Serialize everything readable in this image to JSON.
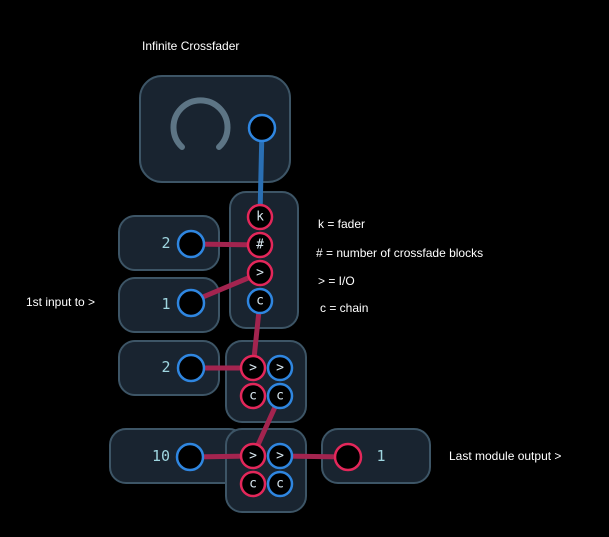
{
  "title": "Infinite Crossfader",
  "legend": {
    "k": "k = fader",
    "hash": "# = number of crossfade blocks",
    "gt": "> = I/O",
    "c": "c = chain"
  },
  "labels": {
    "first_input": "1st input to >",
    "last_output": "Last module output >"
  },
  "glyphs": {
    "k": "k",
    "hash": "#",
    "gt": ">",
    "c": "c"
  },
  "values": {
    "blocks": "2",
    "first_in": "1",
    "second_in": "2",
    "third_in": "10",
    "out": "1"
  },
  "colors": {
    "input_port": "#e3275a",
    "output_port": "#2f86e0",
    "cable_red": "#a3244f",
    "cable_blue": "#2a6fb3"
  },
  "icons": {
    "fader": "knob-icon"
  }
}
